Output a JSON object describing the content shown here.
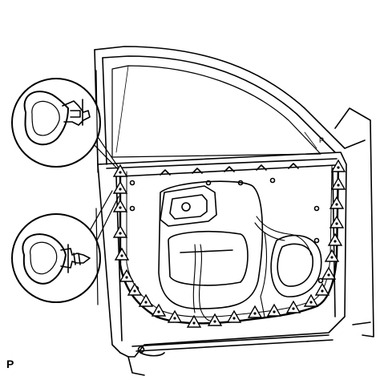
{
  "figure_id": "P",
  "glass_tag": "P",
  "clip_markers": {
    "symbol": "triangle-dotted-icon",
    "count": 25
  },
  "callouts": [
    {
      "name": "upper-clip-callout",
      "icon": "fastener-clip-icon"
    },
    {
      "name": "lower-clip-callout",
      "icon": "retainer-clip-icon"
    }
  ],
  "colors": {
    "line": "#000000",
    "background": "#ffffff"
  }
}
